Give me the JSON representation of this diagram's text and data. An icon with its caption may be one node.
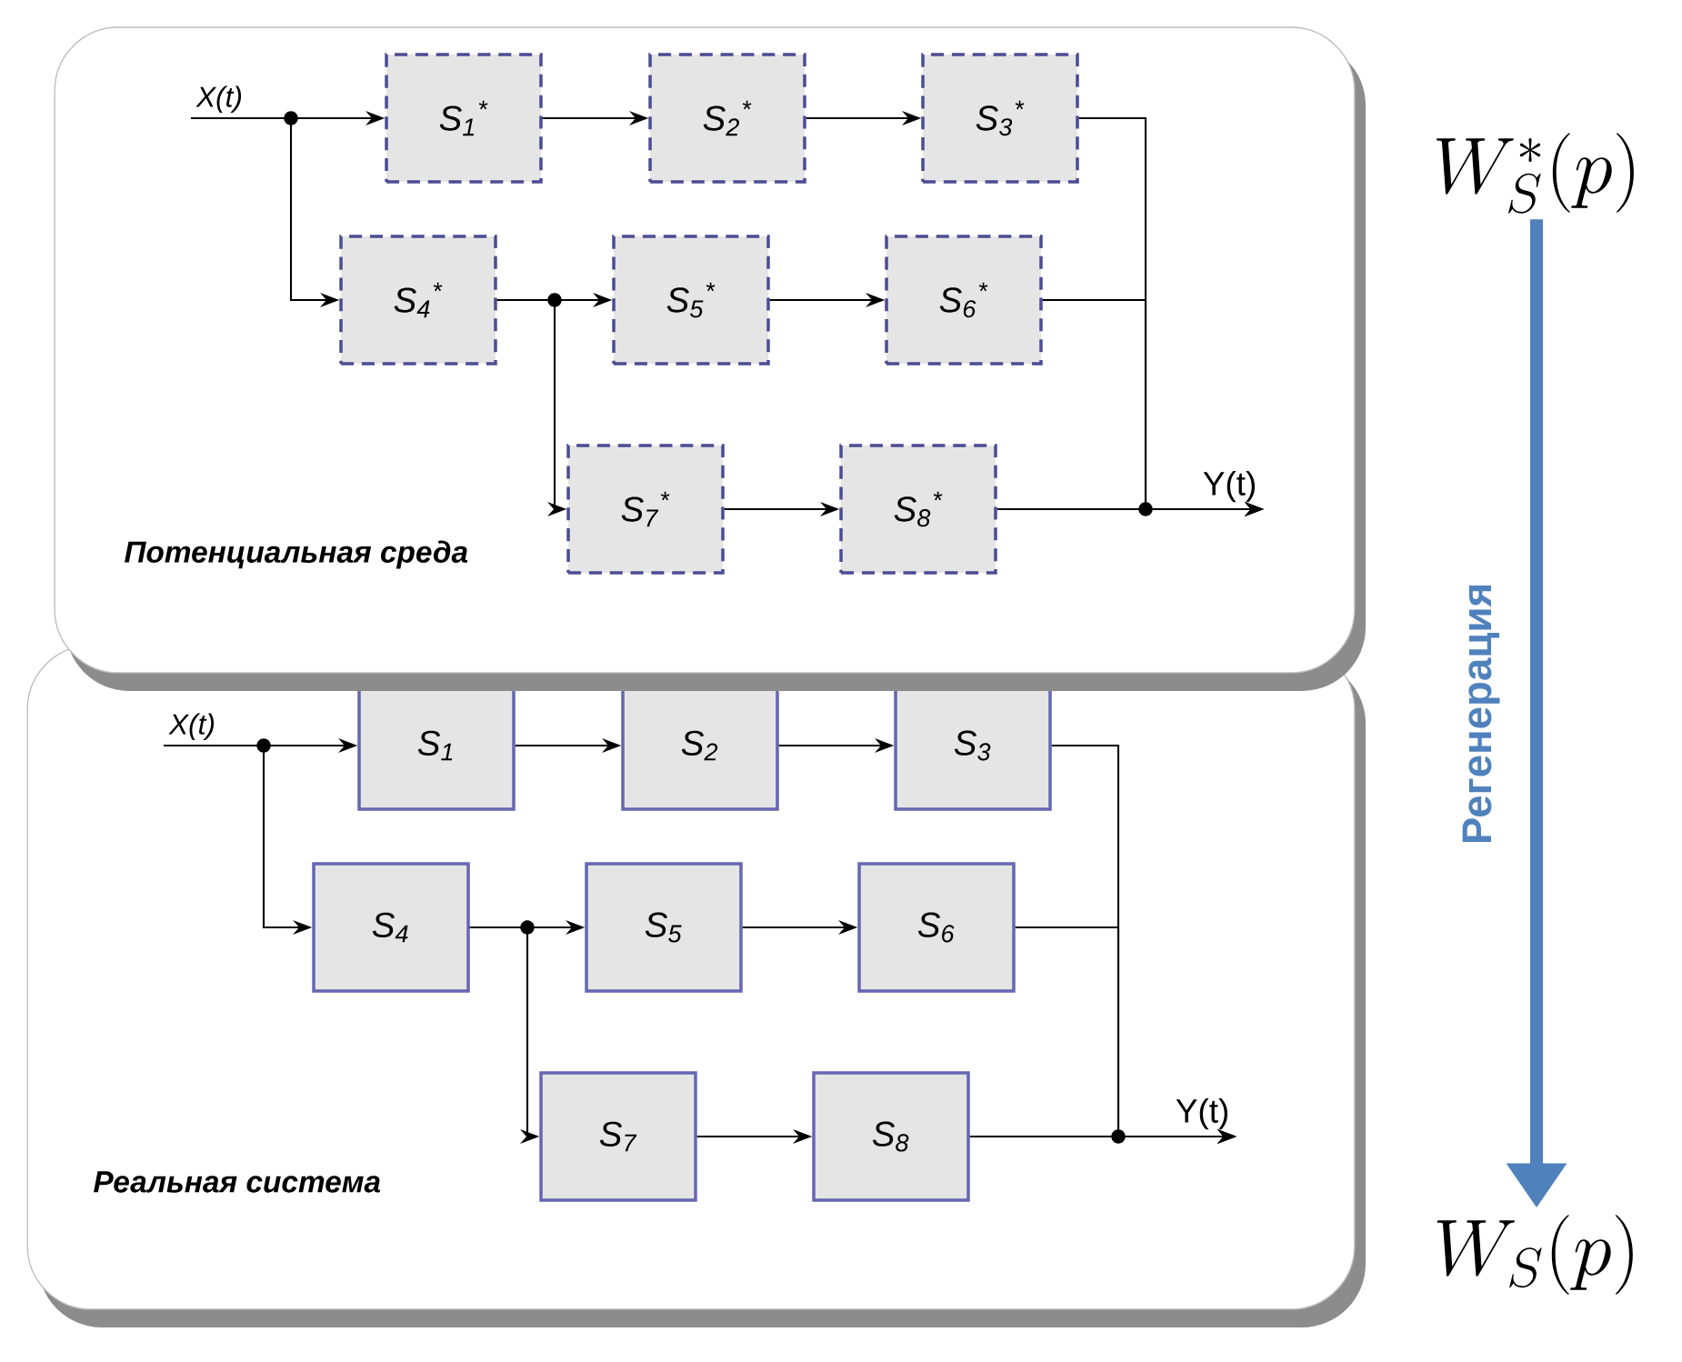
{
  "diagram": {
    "nodes": [
      {
        "text": [
          "Потенциальная среда"
        ]
      },
      {
        "text": [
          "X(t)"
        ],
        "in": 0
      },
      {
        "text": [
          "S$_{1}$$^{*}$"
        ],
        "in": 0
      },
      {
        "text": [
          "S$_{2}$$^{*}$"
        ],
        "in": 0
      },
      {
        "text": [
          "S$_{3}$$^{*}$"
        ],
        "in": 0
      },
      {
        "text": [
          "S$_{4}$$^{*}$"
        ],
        "in": 0
      },
      {
        "text": [
          "S$_{5}$$^{*}$"
        ],
        "in": 0
      },
      {
        "text": [
          "S$_{6}$$^{*}$"
        ],
        "in": 0
      },
      {
        "text": [
          "S$_{7}$$^{*}$"
        ],
        "in": 0
      },
      {
        "text": [
          "S$_{8}$$^{*}$"
        ],
        "in": 0
      },
      {
        "text": [
          "Y(t)"
        ],
        "in": 0
      },
      {
        "text": [
          "Реальная система"
        ]
      },
      {
        "text": [
          "X(t)"
        ],
        "in": 11
      },
      {
        "text": [
          "S$_{1}$"
        ],
        "in": 11
      },
      {
        "text": [
          "S$_{2}$"
        ],
        "in": 11
      },
      {
        "text": [
          "S$_{3}$"
        ],
        "in": 11
      },
      {
        "text": [
          "S$_{4}$"
        ],
        "in": 11
      },
      {
        "text": [
          "S$_{5}$"
        ],
        "in": 11
      },
      {
        "text": [
          "S$_{6}$"
        ],
        "in": 11
      },
      {
        "text": [
          "S$_{7}$"
        ],
        "in": 11
      },
      {
        "text": [
          "S$_{8}$"
        ],
        "in": 11
      },
      {
        "text": [
          "Y(t)"
        ],
        "in": 11
      },
      {
        "text": [
          "W_{S}^{*}(p)"
        ]
      },
      {
        "text": [
          "W_{S}(p)"
        ]
      }
    ],
    "edges": [
      {
        "from": 1,
        "to": 2,
        "arrow": "to"
      },
      {
        "from": 2,
        "to": 3,
        "arrow": "to"
      },
      {
        "from": 3,
        "to": 4,
        "arrow": "to"
      },
      {
        "from": 1,
        "to": 5,
        "arrow": "to"
      },
      {
        "from": 5,
        "to": 6,
        "arrow": "to"
      },
      {
        "from": 6,
        "to": 7,
        "arrow": "to"
      },
      {
        "from": 5,
        "to": 8,
        "arrow": "to"
      },
      {
        "from": 8,
        "to": 9,
        "arrow": "to"
      },
      {
        "from": 4,
        "to": 10,
        "arrow": "to"
      },
      {
        "from": 7,
        "to": 10,
        "arrow": "to"
      },
      {
        "from": 9,
        "to": 10,
        "arrow": "to"
      },
      {
        "from": 12,
        "to": 13,
        "arrow": "to"
      },
      {
        "from": 13,
        "to": 14,
        "arrow": "to"
      },
      {
        "from": 14,
        "to": 15,
        "arrow": "to"
      },
      {
        "from": 12,
        "to": 16,
        "arrow": "to"
      },
      {
        "from": 16,
        "to": 17,
        "arrow": "to"
      },
      {
        "from": 17,
        "to": 18,
        "arrow": "to"
      },
      {
        "from": 16,
        "to": 19,
        "arrow": "to"
      },
      {
        "from": 19,
        "to": 20,
        "arrow": "to"
      },
      {
        "from": 15,
        "to": 21,
        "arrow": "to"
      },
      {
        "from": 18,
        "to": 21,
        "arrow": "to"
      },
      {
        "from": 20,
        "to": 21,
        "arrow": "to"
      },
      {
        "from": 22,
        "to": 23,
        "arrow": "to",
        "label": "Регенерация",
        "style": "thick",
        "color": "#4f81bd"
      }
    ]
  }
}
